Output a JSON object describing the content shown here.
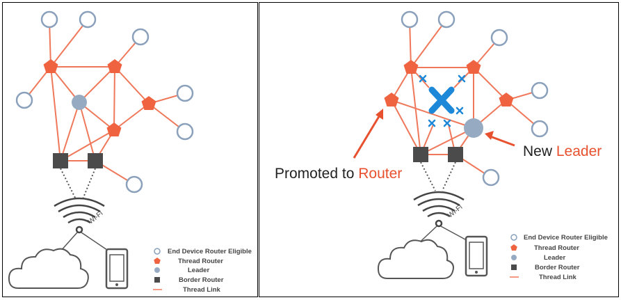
{
  "colors": {
    "thread_link": "#f0785a",
    "thread_router": "#f06340",
    "leader": "#96abc2",
    "border_router": "#4b4b4b",
    "end_device_stroke": "#8aa0bb",
    "failure_mark": "#1e88d8",
    "callout_accent": "#e8512f"
  },
  "wifi_label": "Wi-Fi",
  "legend": [
    {
      "label": "End Device Router Eligible",
      "icon": "end-device-icon"
    },
    {
      "label": "Thread Router",
      "icon": "thread-router-icon"
    },
    {
      "label": "Leader",
      "icon": "leader-icon"
    },
    {
      "label": "Border Router",
      "icon": "border-router-icon"
    },
    {
      "label": "Thread Link",
      "icon": "thread-link-icon"
    }
  ],
  "callouts": {
    "promoted_prefix": "Promoted to ",
    "promoted_accent": "Router",
    "new_prefix": "New ",
    "new_accent": "Leader"
  }
}
